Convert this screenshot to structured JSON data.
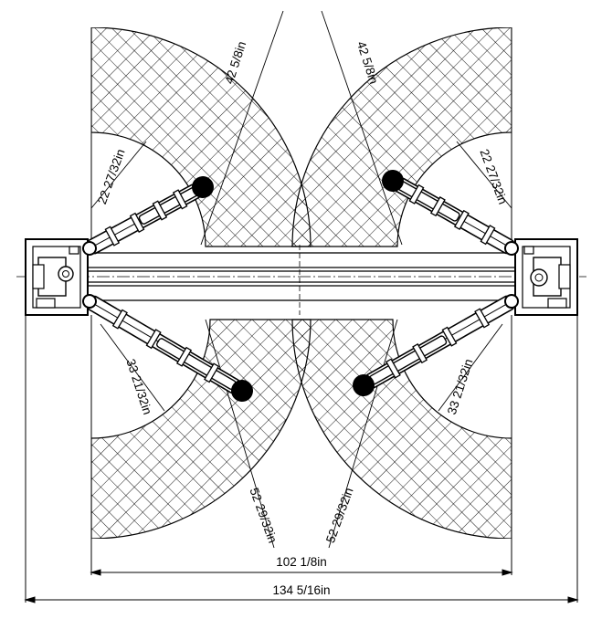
{
  "diagram": {
    "colors": {
      "ink": "#000000",
      "paper": "#ffffff"
    },
    "dimensions": {
      "arm_reach_upper_left": "42 5/8in",
      "arm_reach_upper_right": "42 5/8in",
      "short_arm_left": "22 27/32in",
      "short_arm_right": "22 27/32in",
      "long_arm_left": "33 21/32in",
      "long_arm_right": "33 21/32in",
      "long_reach_lower_left": "52 29/32in",
      "long_reach_lower_right": "52 29/32in",
      "inner_width": "102 1/8in",
      "overall_width": "134 5/16in"
    }
  }
}
